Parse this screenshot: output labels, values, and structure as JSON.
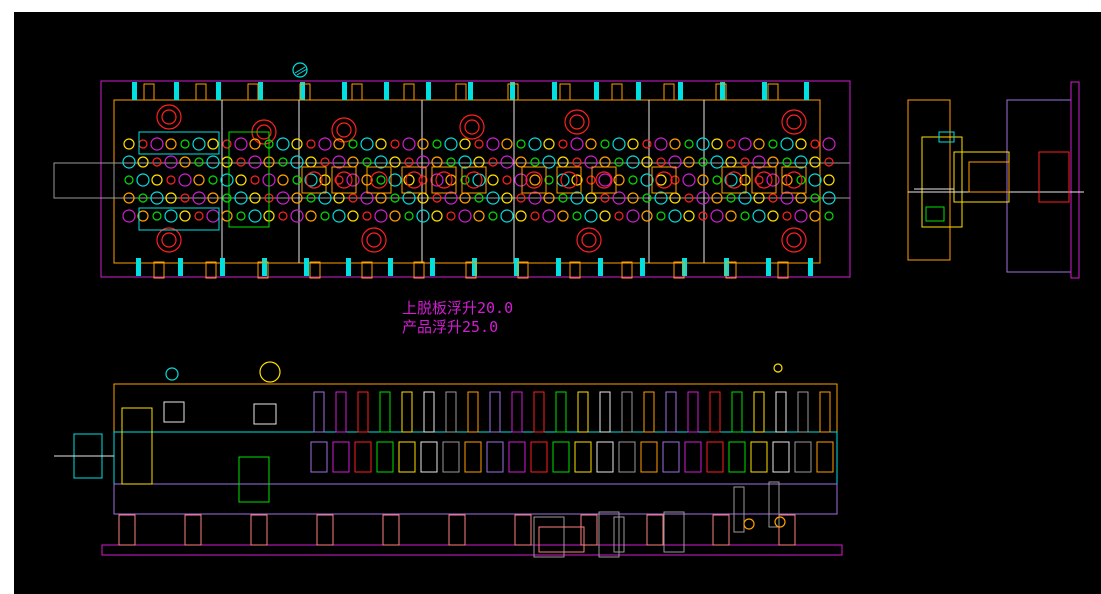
{
  "app": {
    "background": "#000000"
  },
  "colors": {
    "magenta": "#d21ed2",
    "cyan": "#00e0e0",
    "yellow": "#ffe000",
    "green": "#00e000",
    "red": "#ff2020",
    "orange": "#ffa000",
    "gray": "#9a9a9a",
    "purple": "#a070e0",
    "white": "#e8e8e8",
    "blue": "#2040ff",
    "pink": "#ff8080"
  },
  "drawing": {
    "annotations": [
      {
        "id": "note-upper-plate",
        "text": "上脱板浮升20.0"
      },
      {
        "id": "note-product",
        "text": "产品浮升25.0"
      }
    ],
    "views": [
      {
        "id": "plan-view",
        "description_name": "top-plan-view"
      },
      {
        "id": "side-view",
        "description_name": "side-end-view"
      },
      {
        "id": "front-view",
        "description_name": "front-section-view"
      }
    ]
  }
}
